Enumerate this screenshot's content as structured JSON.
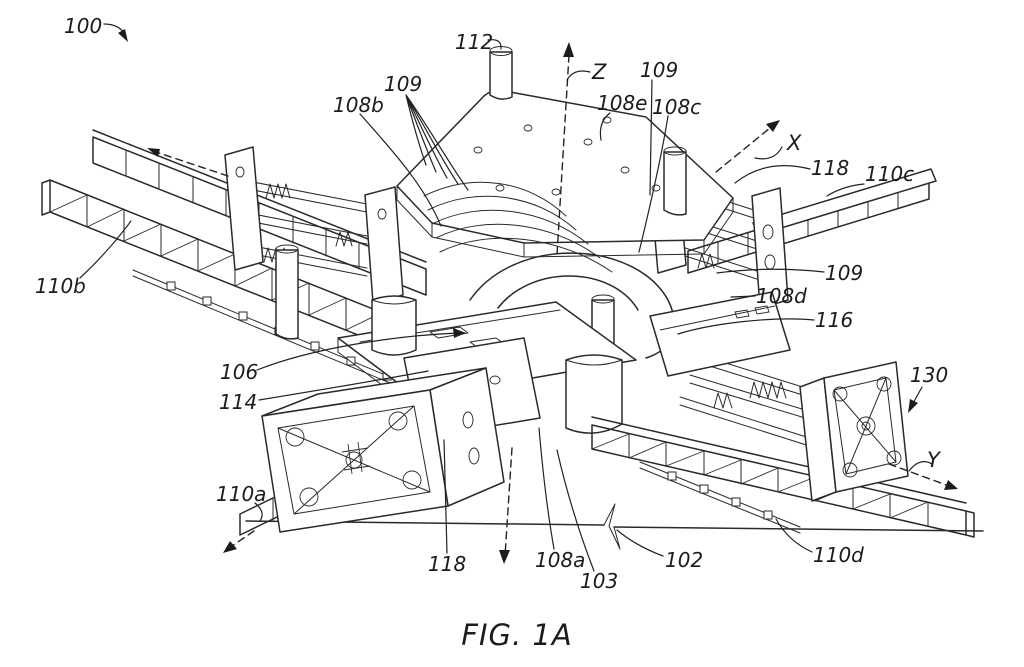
{
  "figure": {
    "caption": "FIG. 1A",
    "type_note": "patent isometric line drawing of a multi-axis rail and press machine"
  },
  "colors": {
    "background": "#ffffff",
    "line": "#2a2a2a"
  },
  "axes": {
    "x": "X",
    "y": "Y",
    "z": "Z"
  },
  "labels": {
    "n100": "100",
    "n112": "112",
    "n109_top_left": "109",
    "n108b": "108b",
    "n108e": "108e",
    "n108c": "108c",
    "n109_top_right": "109",
    "n118_upper": "118",
    "n110c": "110c",
    "n110b": "110b",
    "n109_mid": "109",
    "n108d": "108d",
    "n116": "116",
    "n130": "130",
    "n106": "106",
    "n114": "114",
    "n110a": "110a",
    "n118_lower": "118",
    "n108a": "108a",
    "n103": "103",
    "n102": "102",
    "n110d": "110d"
  }
}
